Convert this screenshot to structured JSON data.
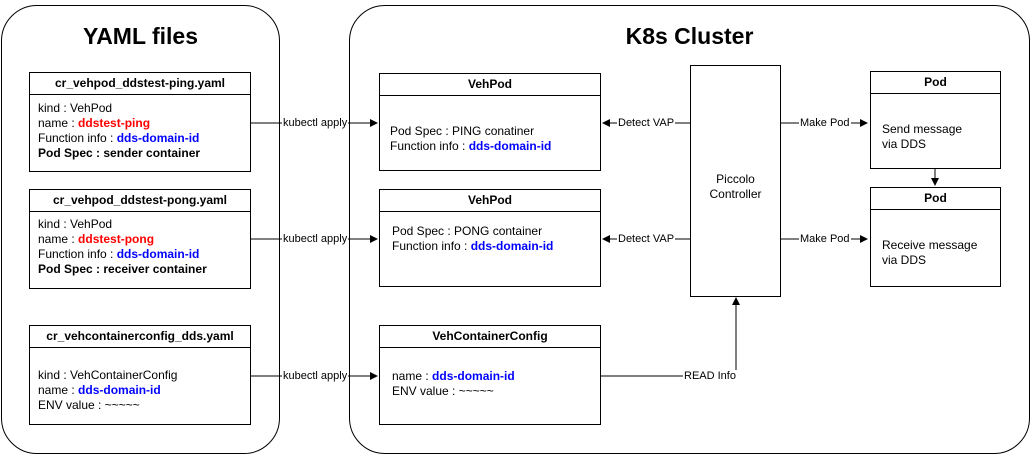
{
  "regions": {
    "yaml_title": "YAML files",
    "cluster_title": "K8s Cluster"
  },
  "yaml_files": [
    {
      "title": "cr_vehpod_ddstest-ping.yaml",
      "kind_label": "kind : ",
      "kind_value": "VehPod",
      "name_label": "name : ",
      "name_value": "ddstest-ping",
      "func_label": "Function info : ",
      "func_value": "dds-domain-id",
      "spec": "Pod Spec : sender container"
    },
    {
      "title": "cr_vehpod_ddstest-pong.yaml",
      "kind_label": "kind : ",
      "kind_value": "VehPod",
      "name_label": "name : ",
      "name_value": "ddstest-pong",
      "func_label": "Function info : ",
      "func_value": "dds-domain-id",
      "spec": "Pod Spec : receiver container"
    },
    {
      "title": "cr_vehcontainerconfig_dds.yaml",
      "kind_label": "kind : ",
      "kind_value": "VehContainerConfig",
      "name_label": "name : ",
      "name_value": "dds-domain-id",
      "env": "ENV value : ~~~~~"
    }
  ],
  "cluster": {
    "vehpods": [
      {
        "title": "VehPod",
        "spec": "Pod Spec : PING conatiner",
        "func_label": "Function info : ",
        "func_value": "dds-domain-id"
      },
      {
        "title": "VehPod",
        "spec": "Pod Spec : PONG container",
        "func_label": "Function info : ",
        "func_value": "dds-domain-id"
      }
    ],
    "config": {
      "title": "VehContainerConfig",
      "name_label": "name : ",
      "name_value": "dds-domain-id",
      "env": "ENV value : ~~~~~"
    },
    "controller": {
      "line1": "Piccolo",
      "line2": "Controller"
    },
    "pods": [
      {
        "title": "Pod",
        "line1": "Send message",
        "line2": "via DDS"
      },
      {
        "title": "Pod",
        "line1": "Receive message",
        "line2": "via DDS"
      }
    ]
  },
  "edge_labels": {
    "apply1": "kubectl apply",
    "apply2": "kubectl apply",
    "apply3": "kubectl apply",
    "detect1": "Detect VAP",
    "detect2": "Detect VAP",
    "make1": "Make Pod",
    "make2": "Make Pod",
    "read": "READ Info"
  },
  "colors": {
    "name_red": "#ff0000",
    "id_blue": "#0000ff",
    "stroke": "#000000"
  }
}
